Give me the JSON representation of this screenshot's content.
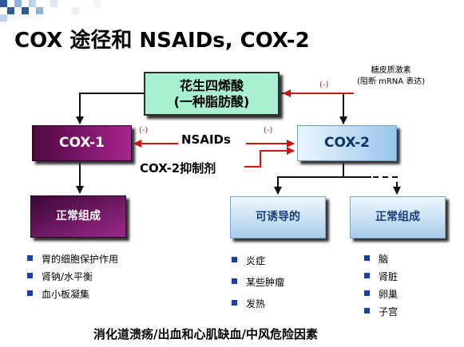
{
  "title": "COX 途径和 NSAIDs, COX-2",
  "boxes": {
    "arachidonic_line1": "花生四烯酸",
    "arachidonic_line2": "(一种脂肪酸)",
    "cox1": "COX-1",
    "cox2": "COX-2",
    "normal_left": "正常组成",
    "inducible": "可诱导的",
    "normal_right": "正常组成"
  },
  "inhibitors": {
    "nsaids": "NSAIDs",
    "cox2_inhibitor": "COX-2抑制剂",
    "neg_left": "(-)",
    "neg_mid": "(-)",
    "neg_top": "(-)"
  },
  "glucocorticoid": {
    "line1": "糖皮质激素",
    "line2": "(阻断 mRNA 表达)"
  },
  "lists": {
    "left": [
      "胃的细胞保护作用",
      "肾钠/水平衡",
      "血小板凝集"
    ],
    "middle": [
      "炎症",
      "某些肿瘤",
      "发热"
    ],
    "right": [
      "脑",
      "肾脏",
      "卵巢",
      "子宫"
    ]
  },
  "footer": "消化道溃疡/出血和心肌缺血/中风危险因素",
  "colors": {
    "arachidonic_fill": "#a8f0d0",
    "cox1_fill": "#8a1c78",
    "cox2_fill": "#bfdcf2",
    "inhibition_arrow": "#d01414",
    "bullet": "#1e3f9a"
  }
}
